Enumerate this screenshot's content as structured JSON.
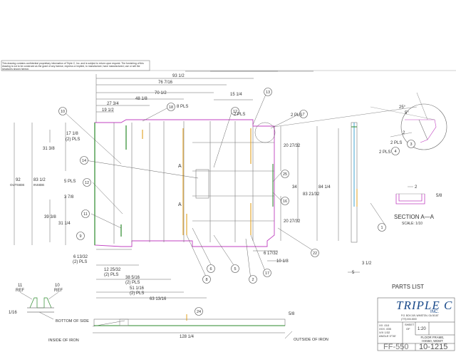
{
  "notice": "This drawing contains confidential proprietary information of Triple C, Inc. and is subject to return upon request. The furnishing of this drawing is not to be construed as the grant of any license, express or implied, to manufacture, have manufactured, use or sell the structures shown hereon.",
  "dimensions": {
    "d93": "93 1/2",
    "d76": "76 7/16",
    "d70": "70 1/2",
    "d48": "48 1/8",
    "d27": "27 3/4",
    "d19": "19 1/2",
    "d15": "15 1/4",
    "d15b": "2 PLS",
    "d17": "17 1/8",
    "d17b": "(2) PLS",
    "d31a": "31 3/8",
    "d92": "92",
    "d92b": "OUTSIDE",
    "d83": "83 1/2",
    "d83b": "INSIDE",
    "d5pls": "5 PLS",
    "d3": "3 7/8",
    "d39": "39 3/8",
    "d31b": "31 1/4",
    "d20a": "20 27/32",
    "d34": "34",
    "d84": "84 1/4",
    "d83r": "83 21/32",
    "d20b": "20 27/32",
    "d6": "6 13/32",
    "d6b": "(2) PLS",
    "d12": "12 25/32",
    "d12b": "(2) PLS",
    "d38": "38 5/16",
    "d38b": "(2) PLS",
    "d51": "51 1/16",
    "d51b": "(2) PLS",
    "d63": "63 13/16",
    "d6r": "6 17/32",
    "d10": "10 1/8",
    "d2pls": "2 PLS",
    "d8pls": "8 PLS",
    "sideW": "5",
    "side3": "3 1/2",
    "d128": "128 1/4",
    "d58": "5/8",
    "d116": "1/16",
    "d11ref": "11",
    "d11refb": "REF",
    "d10ref": "10",
    "d10refb": "REF",
    "dA": "A",
    "dA2": "A",
    "detailAng1": "25°",
    "detailAng2": "5°",
    "detail2": "2",
    "detail2pls1": "2 PLS",
    "detail2pls2": "2 PLS",
    "secDim2": "2",
    "secDim58": "5/8"
  },
  "balloons": [
    "10",
    "18",
    "12",
    "13",
    "7",
    "14",
    "25",
    "16",
    "12",
    "11",
    "9",
    "6",
    "8",
    "5",
    "2",
    "17",
    "22",
    "24",
    "3",
    "4",
    "1"
  ],
  "labels": {
    "section": "SECTION A—A",
    "scale": "SCALE: 1/10",
    "parts": "PARTS LIST",
    "bottom_side": "BOTTOM OF SIDE",
    "inside_iron": "INSIDE OF IRON",
    "outside_iron": "OUTSIDE OF IRON"
  },
  "title_block": {
    "company": "TRIPLE C",
    "inc": "INC.",
    "address": "P.O. BOX 249, WINSTON, GA 30187",
    "phone": "(770) 000-0000",
    "sheet": "SHEET",
    "sheet_of": "OF",
    "scale": "1:20",
    "title1": "FLOOR FRAME,",
    "title2": "HS550, WDMT",
    "tol1": "XX .010",
    "tol2": "XXX .005",
    "tol3": "X/X 1/32",
    "tol4": "ANGLE 0°30'",
    "number": "FF-550",
    "rev": "10-1215"
  }
}
